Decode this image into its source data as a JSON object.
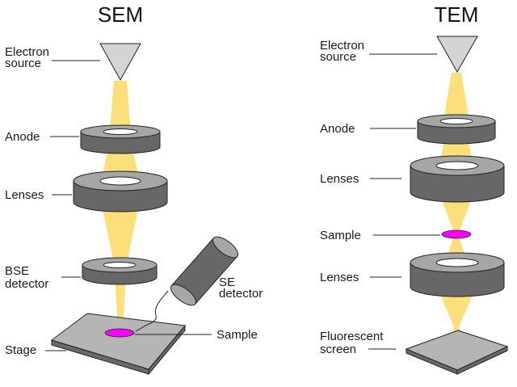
{
  "sem": {
    "title": "SEM",
    "labels": {
      "electron_source_line1": "Electron",
      "electron_source_line2": "source",
      "anode": "Anode",
      "lenses": "Lenses",
      "bse_line1": "BSE",
      "bse_line2": "detector",
      "se_line1": "SE",
      "se_line2": "detector",
      "sample": "Sample",
      "stage": "Stage"
    }
  },
  "tem": {
    "title": "TEM",
    "labels": {
      "electron_source_line1": "Electron",
      "electron_source_line2": "source",
      "anode": "Anode",
      "lenses_upper": "Lenses",
      "sample": "Sample",
      "lenses_lower": "Lenses",
      "screen_line1": "Fluorescent",
      "screen_line2": "screen"
    }
  },
  "colors": {
    "beam": "#fbe07a",
    "lens_body": "#676767",
    "lens_top": "#a6a6a6",
    "lens_hole": "#ffffff",
    "source": "#d4d4d4",
    "sample": "#ff00ff",
    "stage_top": "#b5b5b5",
    "stage_side": "#6a6a6a",
    "outline": "#222222"
  }
}
